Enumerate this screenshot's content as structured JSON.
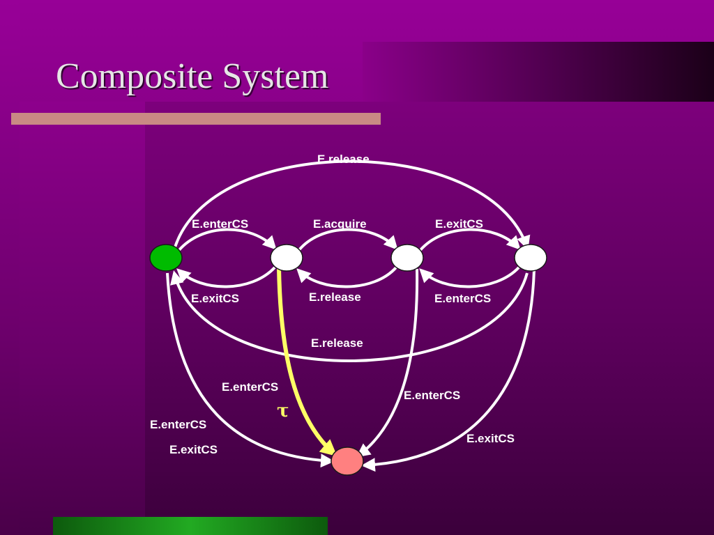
{
  "slide": {
    "title": "Composite System"
  },
  "colors": {
    "edge": "#ffffff",
    "tau_edge": "#ffff66",
    "initial_state": "#00bb00",
    "plain_state": "#ffffff",
    "error_state": "#ff8080"
  },
  "diagram": {
    "states": [
      {
        "id": "s0",
        "fill": "#00bb00"
      },
      {
        "id": "s1",
        "fill": "#ffffff"
      },
      {
        "id": "s2",
        "fill": "#ffffff"
      },
      {
        "id": "s3",
        "fill": "#ffffff"
      },
      {
        "id": "err",
        "fill": "#ff8080"
      }
    ],
    "edge_labels": {
      "top_release": "E.release",
      "enter_0_1": "E.enterCS",
      "acquire_1_2": "E.acquire",
      "exit_2_3": "E.exitCS",
      "exit_1_0": "E.exitCS",
      "release_2_1": "E.release",
      "enter_3_2": "E.enterCS",
      "release_3_0": "E.release",
      "enter_1_err": "E.enterCS",
      "tau": "τ",
      "enter_2_err": "E.enterCS",
      "enter_0_err": "E.enterCS",
      "exit_0_err": "E.exitCS",
      "exit_3_err": "E.exitCS"
    }
  }
}
